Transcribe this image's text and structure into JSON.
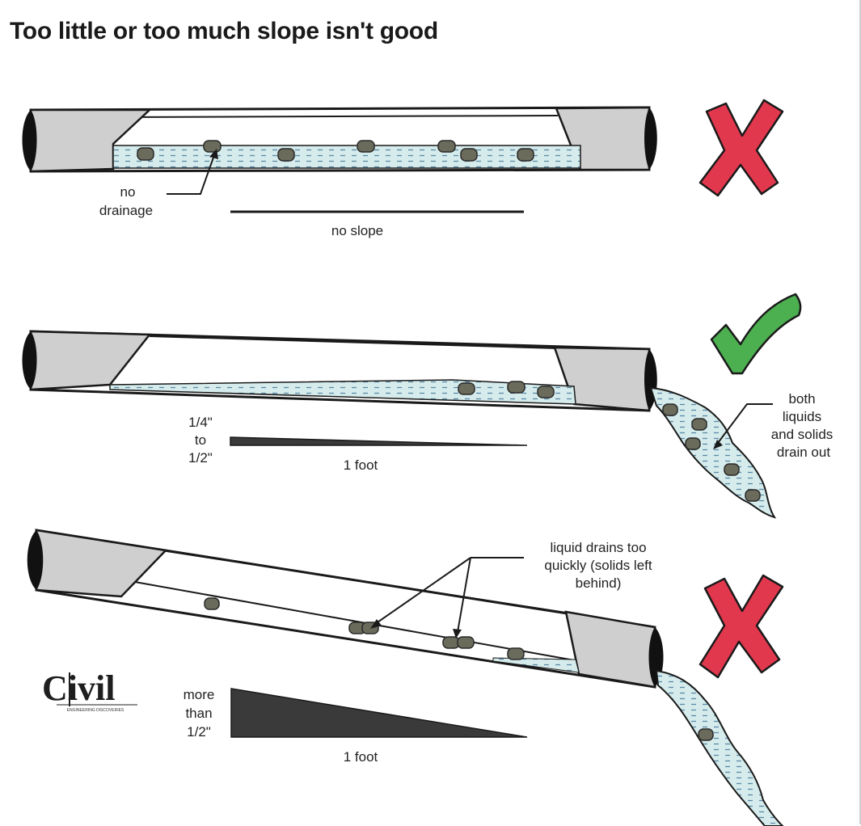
{
  "title": "Too little or too much slope isn't good",
  "scenarios": [
    {
      "status": "bad",
      "status_icon": "red-x-icon",
      "callout_line1": "no",
      "callout_line2": "drainage",
      "scale_label": "no slope"
    },
    {
      "status": "good",
      "status_icon": "green-check-icon",
      "rise_line1": "1/4\"",
      "rise_line2": "to",
      "rise_line3": "1/2\"",
      "run_label": "1 foot",
      "callout_line1": "both",
      "callout_line2": "liquids",
      "callout_line3": "and solids",
      "callout_line4": "drain out"
    },
    {
      "status": "bad",
      "status_icon": "red-x-icon",
      "rise_line1": "more",
      "rise_line2": "than",
      "rise_line3": "1/2\"",
      "run_label": "1 foot",
      "callout_line1": "liquid drains too",
      "callout_line2": "quickly (solids left",
      "callout_line3": "behind)"
    }
  ],
  "logo": {
    "text": "Civil",
    "subtext": "ENGINEERING DISCOVERIES"
  },
  "colors": {
    "pipe_fill": "#ffffff",
    "pipe_end_gray": "#cfcfcf",
    "water": "#d6ecec",
    "solids": "#6b6b5c",
    "bad_mark": "#e2384e",
    "good_mark": "#4caf50"
  }
}
